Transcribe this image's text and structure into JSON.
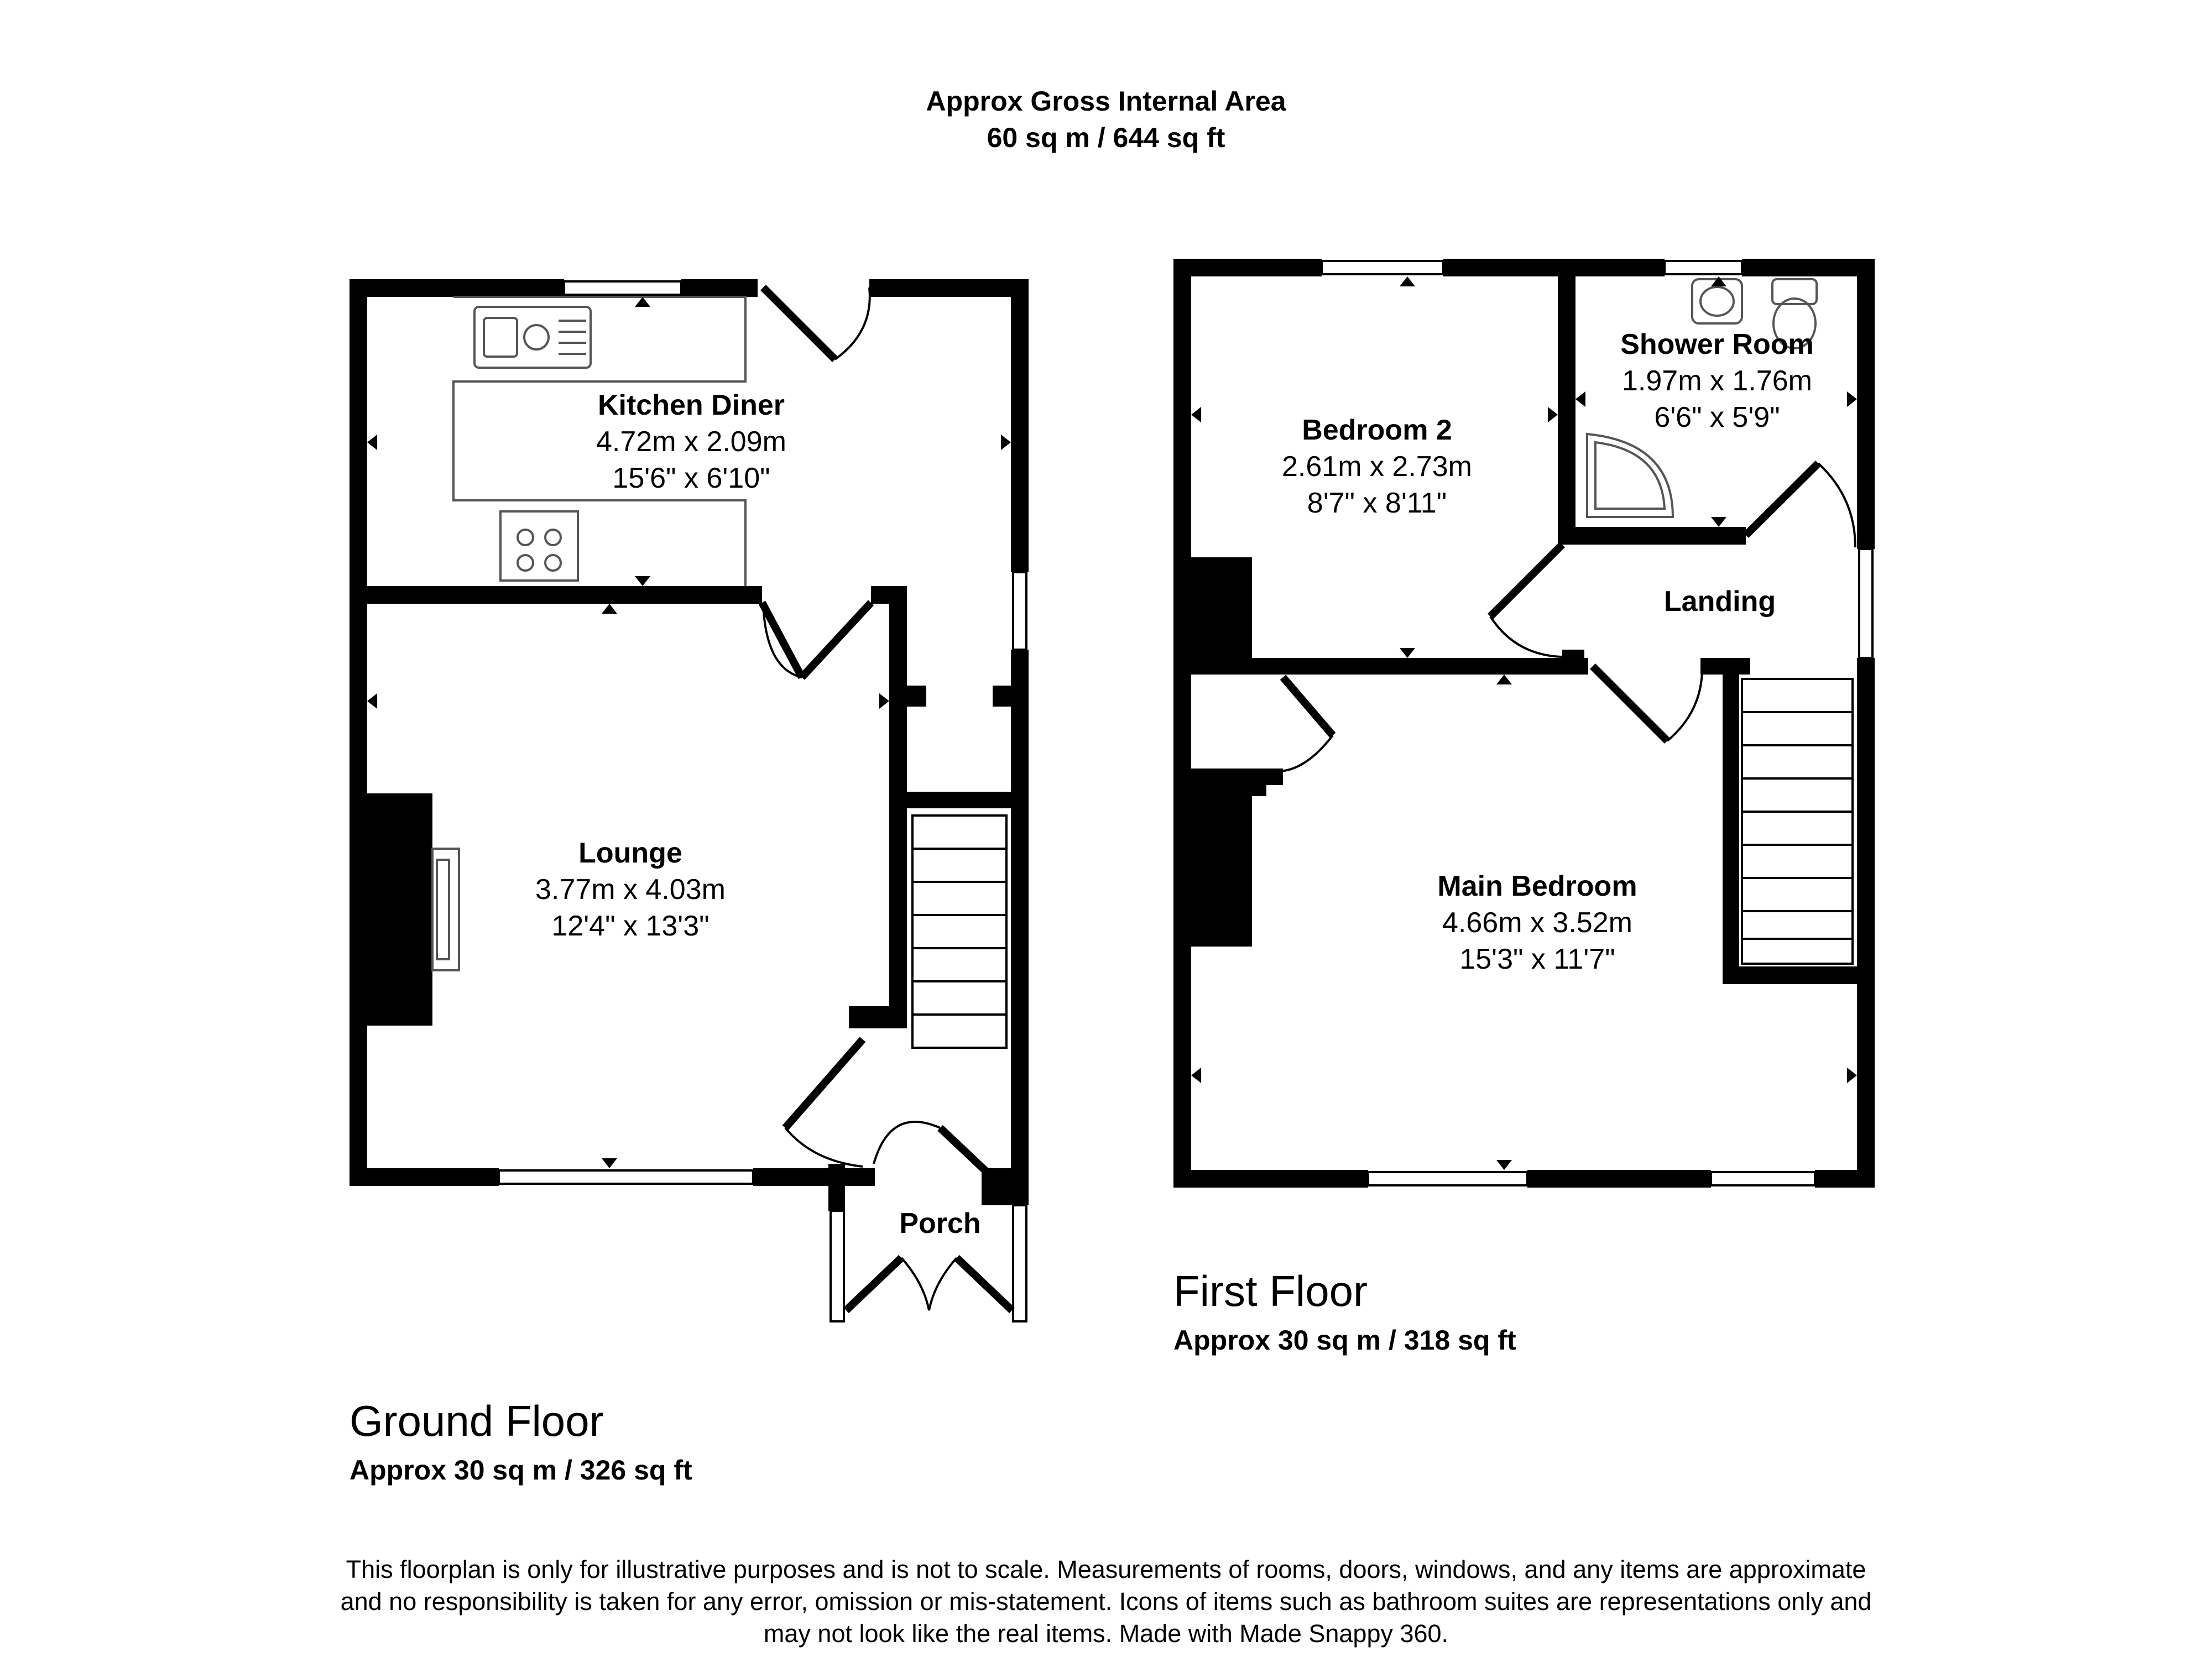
{
  "header": {
    "title": "Approx Gross Internal Area",
    "area": "60 sq m / 644 sq ft"
  },
  "ground_floor": {
    "title": "Ground Floor",
    "area": "Approx 30 sq m / 326 sq ft",
    "rooms": {
      "kitchen": {
        "name": "Kitchen Diner",
        "metric": "4.72m x 2.09m",
        "imperial": "15'6\" x 6'10\""
      },
      "lounge": {
        "name": "Lounge",
        "metric": "3.77m x 4.03m",
        "imperial": "12'4\" x 13'3\""
      },
      "porch": {
        "name": "Porch"
      }
    }
  },
  "first_floor": {
    "title": "First Floor",
    "area": "Approx 30 sq m / 318 sq ft",
    "rooms": {
      "bedroom2": {
        "name": "Bedroom 2",
        "metric": "2.61m x 2.73m",
        "imperial": "8'7\" x 8'11\""
      },
      "shower": {
        "name": "Shower Room",
        "metric": "1.97m x 1.76m",
        "imperial": "6'6\" x 5'9\""
      },
      "landing": {
        "name": "Landing"
      },
      "main_bedroom": {
        "name": "Main Bedroom",
        "metric": "4.66m x 3.52m",
        "imperial": "15'3\" x 11'7\""
      }
    }
  },
  "disclaimer": {
    "line1": "This floorplan is only for illustrative purposes and is not to scale. Measurements of rooms, doors, windows, and any items are approximate",
    "line2": "and no responsibility is taken for any error, omission or mis-statement. Icons of items such as bathroom suites are representations only and",
    "line3": "may not look like the real items. Made with Made Snappy 360."
  },
  "colors": {
    "wall": "#000000",
    "background": "#ffffff",
    "fixture": "#555555"
  }
}
